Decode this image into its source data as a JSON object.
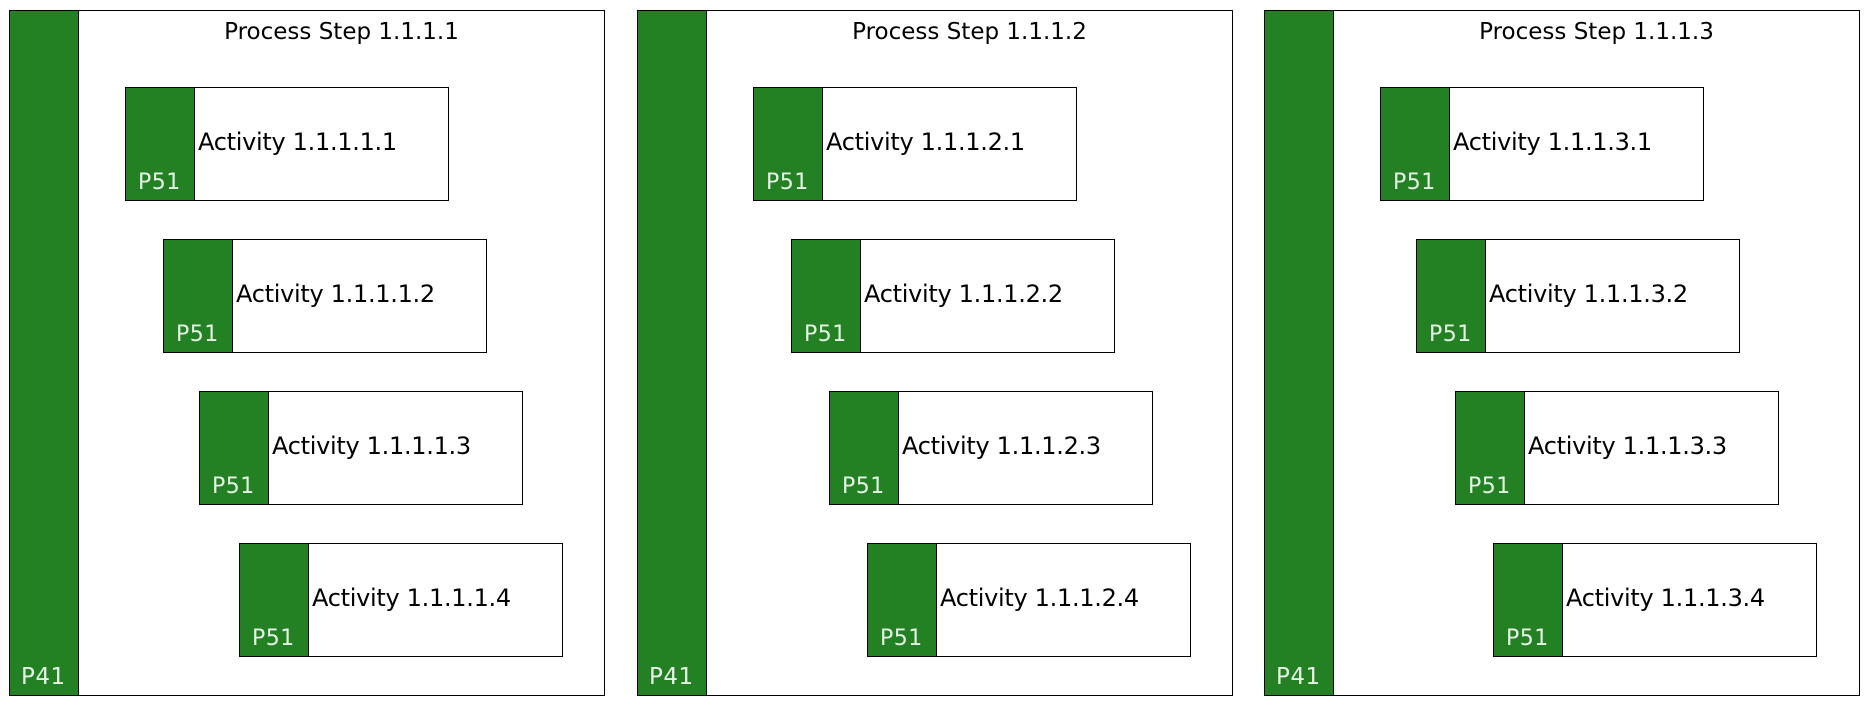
{
  "colors": {
    "bar": "#238023",
    "bar_text": "#e6f2e6",
    "border": "#000000",
    "background": "#ffffff"
  },
  "steps": [
    {
      "title": "Process Step 1.1.1.1",
      "code": "P41",
      "activities": [
        {
          "label": "Activity 1.1.1.1.1",
          "code": "P51"
        },
        {
          "label": "Activity 1.1.1.1.2",
          "code": "P51"
        },
        {
          "label": "Activity 1.1.1.1.3",
          "code": "P51"
        },
        {
          "label": "Activity 1.1.1.1.4",
          "code": "P51"
        }
      ]
    },
    {
      "title": "Process Step 1.1.1.2",
      "code": "P41",
      "activities": [
        {
          "label": "Activity 1.1.1.2.1",
          "code": "P51"
        },
        {
          "label": "Activity 1.1.1.2.2",
          "code": "P51"
        },
        {
          "label": "Activity 1.1.1.2.3",
          "code": "P51"
        },
        {
          "label": "Activity 1.1.1.2.4",
          "code": "P51"
        }
      ]
    },
    {
      "title": "Process Step 1.1.1.3",
      "code": "P41",
      "activities": [
        {
          "label": "Activity 1.1.1.3.1",
          "code": "P51"
        },
        {
          "label": "Activity 1.1.1.3.2",
          "code": "P51"
        },
        {
          "label": "Activity 1.1.1.3.3",
          "code": "P51"
        },
        {
          "label": "Activity 1.1.1.3.4",
          "code": "P51"
        }
      ]
    }
  ]
}
